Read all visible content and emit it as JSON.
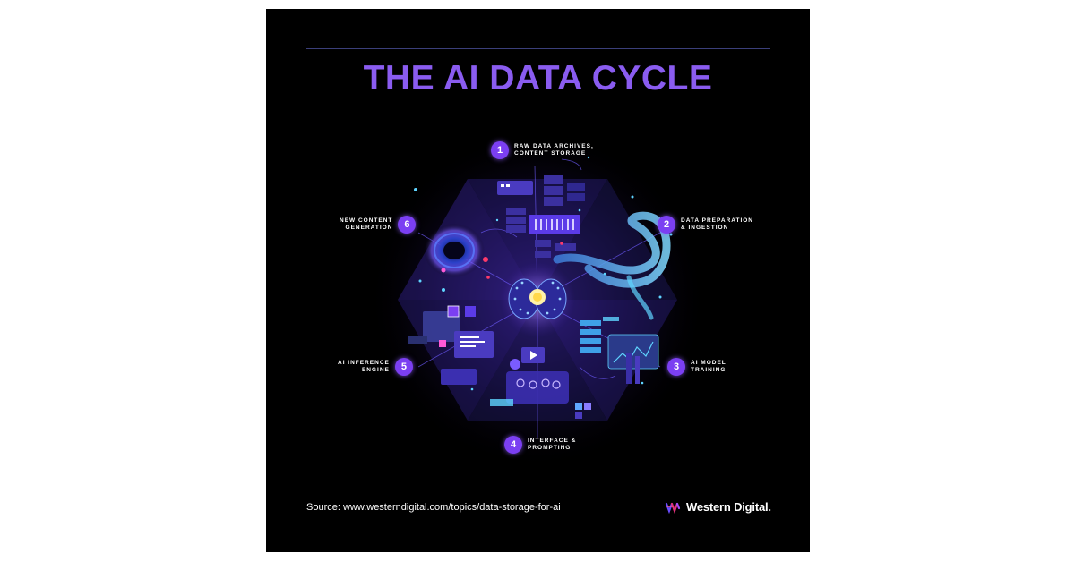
{
  "title": "THE AI DATA CYCLE",
  "steps": [
    {
      "number": "1",
      "label": "RAW DATA ARCHIVES,\nCONTENT STORAGE"
    },
    {
      "number": "2",
      "label": "DATA PREPARATION\n& INGESTION"
    },
    {
      "number": "3",
      "label": "AI MODEL\nTRAINING"
    },
    {
      "number": "4",
      "label": "INTERFACE &\nPROMPTING"
    },
    {
      "number": "5",
      "label": "AI INFERENCE\nENGINE"
    },
    {
      "number": "6",
      "label": "NEW CONTENT\nGENERATION"
    }
  ],
  "footer": {
    "source": "Source: www.westerndigital.com/topics/data-storage-for-ai",
    "brand": "Western Digital."
  },
  "icons": {
    "center": "brain-icon",
    "logo": "western-digital-logo-icon"
  },
  "colors": {
    "background": "#000000",
    "title": "#8a5cf0",
    "badge": "#7b3ff2",
    "accent_cyan": "#5fd4ff"
  }
}
